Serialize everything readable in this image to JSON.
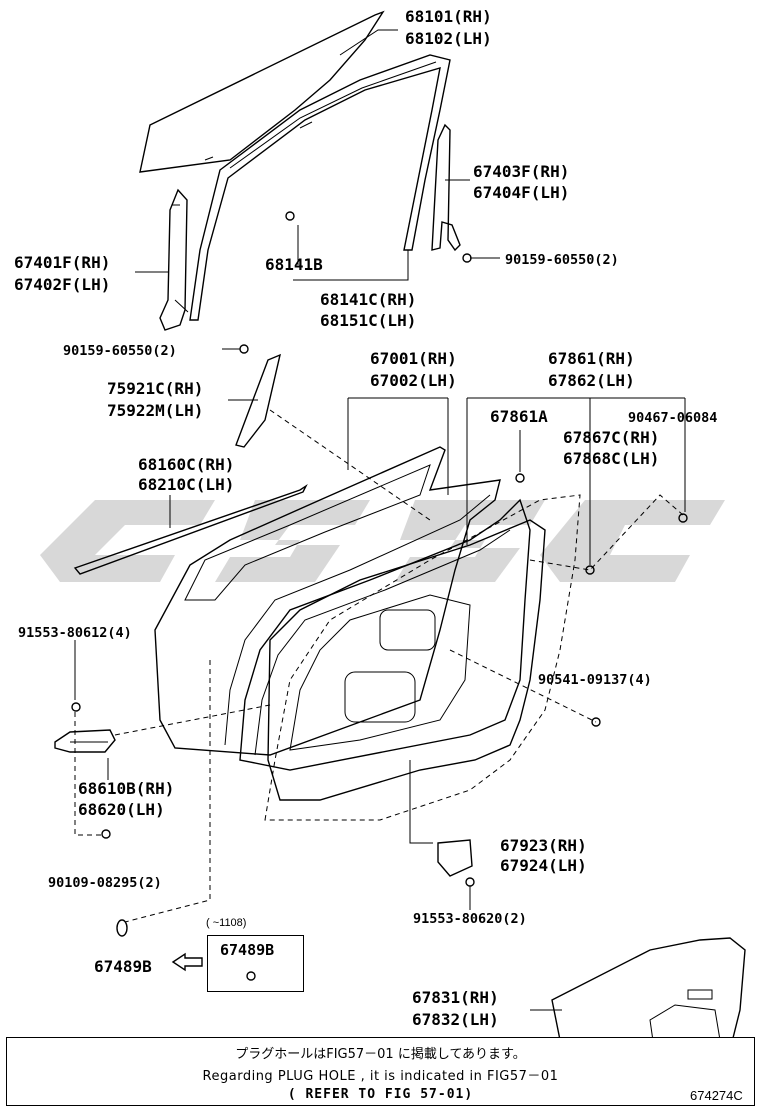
{
  "callouts": {
    "p68101": "68101(RH)",
    "p68102": "68102(LH)",
    "p67403F": "67403F(RH)",
    "p67404F": "67404F(LH)",
    "p90159_upper": "90159-60550(2)",
    "p67401F": "67401F(RH)",
    "p67402F": "67402F(LH)",
    "p68141B": "68141B",
    "p68141C": "68141C(RH)",
    "p68151C": "68151C(LH)",
    "p90159_lower": "90159-60550(2)",
    "p67001": "67001(RH)",
    "p67002": "67002(LH)",
    "p67861": "67861(RH)",
    "p67862": "67862(LH)",
    "p75921C": "75921C(RH)",
    "p75922M": "75922M(LH)",
    "p67861A": "67861A",
    "p90467": "90467-06084",
    "p67867C": "67867C(RH)",
    "p67868C": "67868C(LH)",
    "p68160C": "68160C(RH)",
    "p68210C": "68210C(LH)",
    "p91553_80612": "91553-80612(4)",
    "p90541": "90541-09137(4)",
    "p68610B": "68610B(RH)",
    "p68620": "68620(LH)",
    "p67923": "67923(RH)",
    "p67924": "67924(LH)",
    "p90109": "90109-08295(2)",
    "p91553_80620": "91553-80620(2)",
    "p67489B": "67489B",
    "p67831": "67831(RH)",
    "p67832": "67832(LH)"
  },
  "inset": {
    "date_range": "(     ~1108)",
    "part": "67489B"
  },
  "note": {
    "line_jp": "プラグホールはFIG57－01 に掲載してあります。",
    "line_en": "Regarding PLUG HOLE , it is indicated in FIG57－01",
    "line_ref": "( REFER TO FIG 57-01)"
  },
  "figure_number": "674274C"
}
